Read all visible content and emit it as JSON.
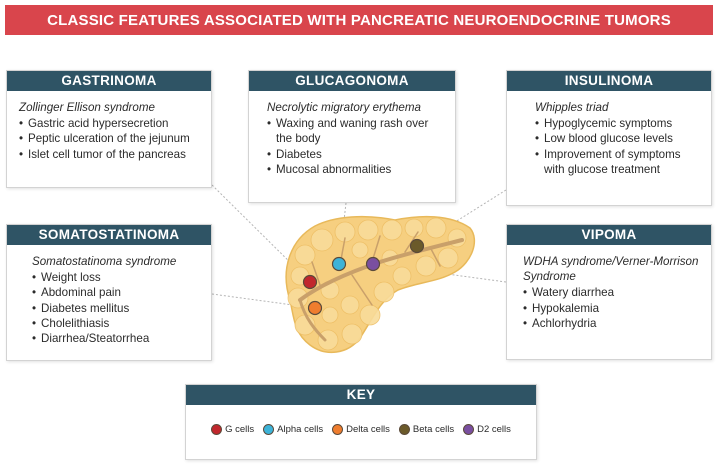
{
  "title": "CLASSIC FEATURES ASSOCIATED WITH PANCREATIC NEUROENDOCRINE TUMORS",
  "cards": {
    "gastrinoma": {
      "title": "GASTRINOMA",
      "syndrome": "Zollinger Ellison syndrome",
      "items": [
        "Gastric acid hypersecretion",
        "Peptic ulceration of the jejunum",
        "Islet cell tumor of the pancreas"
      ]
    },
    "glucagonoma": {
      "title": "GLUCAGONOMA",
      "syndrome": "Necrolytic migratory erythema",
      "items": [
        "Waxing and waning rash over the body",
        "Diabetes",
        "Mucosal abnormalities"
      ]
    },
    "insulinoma": {
      "title": "INSULINOMA",
      "syndrome": "Whipples triad",
      "items": [
        "Hypoglycemic symptoms",
        "Low blood glucose levels",
        "Improvement of symptoms with glucose treatment"
      ]
    },
    "somatostatinoma": {
      "title": "SOMATOSTATINOMA",
      "syndrome": "Somatostatinoma syndrome",
      "items": [
        "Weight loss",
        "Abdominal pain",
        "Diabetes mellitus",
        "Cholelithiasis",
        "Diarrhea/Steatorrhea"
      ]
    },
    "vipoma": {
      "title": "VIPOMA",
      "syndrome": "WDHA syndrome/Verner-Morrison Syndrome",
      "items": [
        "Watery diarrhea",
        "Hypokalemia",
        "Achlorhydria"
      ]
    }
  },
  "key": {
    "title": "KEY",
    "items": [
      {
        "label": "G cells",
        "color": "#c1272d"
      },
      {
        "label": "Alpha cells",
        "color": "#3db3d8"
      },
      {
        "label": "Delta cells",
        "color": "#ef7d2e"
      },
      {
        "label": "Beta cells",
        "color": "#6b5a2a"
      },
      {
        "label": "D2 cells",
        "color": "#7a4fa0"
      }
    ]
  },
  "colors": {
    "banner": "#d9454c",
    "header": "#2f5465",
    "pancreas": "#f6cf80",
    "duct": "#c9a06a"
  }
}
